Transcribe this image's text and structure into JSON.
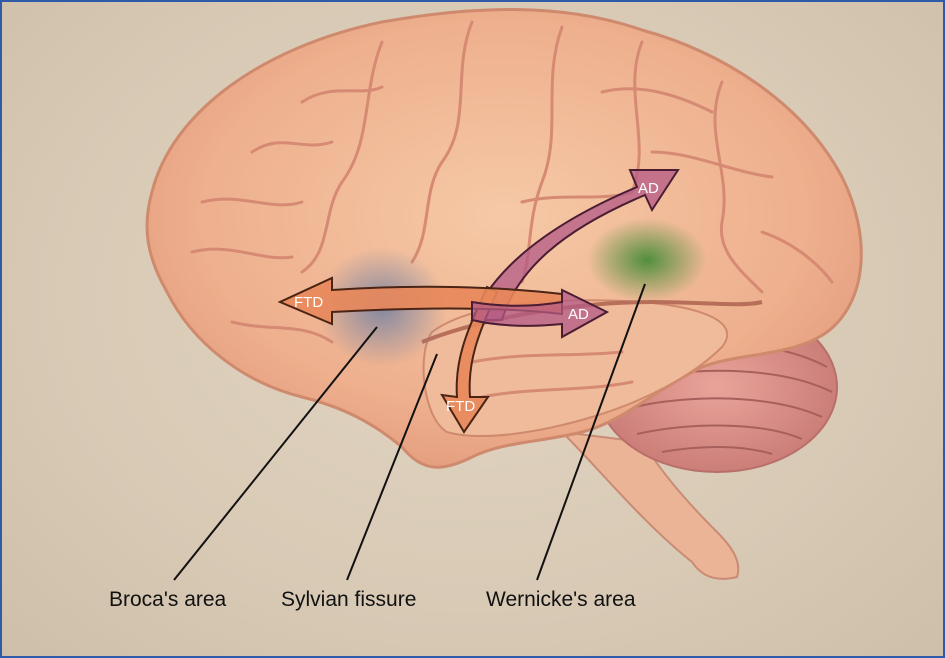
{
  "labels": {
    "broca": "Broca's area",
    "sylvian": "Sylvian fissure",
    "wernicke": "Wernicke's area"
  },
  "arrows": {
    "ftd_left": "FTD",
    "ftd_down": "FTD",
    "ad_up": "AD",
    "ad_right": "AD"
  },
  "colors": {
    "ftd_arrow": "#e8875a",
    "ad_arrow": "#b45a86",
    "border": "#2f5aa8",
    "broca_region": "#7a86a8",
    "wernicke_region": "#4f8a3c"
  }
}
